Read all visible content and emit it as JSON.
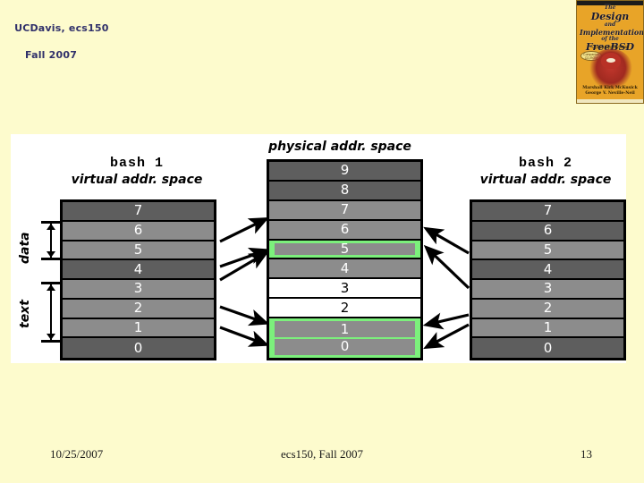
{
  "slide": {
    "header_line1": "UCDavis, ecs150",
    "header_line2": "Fall 2007",
    "header_color": "#30306a",
    "background_color": "#fdfbcd",
    "panel_color": "#ffffff"
  },
  "book_cover": {
    "title_the": "The",
    "title_design": "Design",
    "title_and": "and",
    "title_implementation": "Implementation",
    "title_ofthe": "of the",
    "title_freebsd": "FreeBSD",
    "subtitle": "Operating System",
    "badge": "Companion CD-ROM Included",
    "authors": "Marshall Kirk McKusick\nGeorge V. Neville-Neil",
    "cover_color": "#e8a428"
  },
  "diagram": {
    "colors": {
      "shade_dark": "#5e5e5e",
      "shade_light": "#8c8c8c",
      "shade_white": "#ffffff",
      "highlight_green": "#7cf07c",
      "border": "#000000"
    },
    "columns": [
      {
        "id": "bash1",
        "process_name": "bash 1",
        "space_label": "virtual addr. space",
        "rows": [
          {
            "label": "7",
            "shade": "dark",
            "highlight": false
          },
          {
            "label": "6",
            "shade": "light",
            "highlight": false
          },
          {
            "label": "5",
            "shade": "light",
            "highlight": false
          },
          {
            "label": "4",
            "shade": "dark",
            "highlight": false
          },
          {
            "label": "3",
            "shade": "light",
            "highlight": false
          },
          {
            "label": "2",
            "shade": "light",
            "highlight": false
          },
          {
            "label": "1",
            "shade": "light",
            "highlight": false
          },
          {
            "label": "0",
            "shade": "dark",
            "highlight": false
          }
        ]
      },
      {
        "id": "physical",
        "process_name": "",
        "space_label": "physical addr. space",
        "rows": [
          {
            "label": "9",
            "shade": "dark",
            "highlight": false
          },
          {
            "label": "8",
            "shade": "dark",
            "highlight": false
          },
          {
            "label": "7",
            "shade": "light",
            "highlight": false
          },
          {
            "label": "6",
            "shade": "light",
            "highlight": false
          },
          {
            "label": "5",
            "shade": "light",
            "highlight": true
          },
          {
            "label": "4",
            "shade": "light",
            "highlight": false
          },
          {
            "label": "3",
            "shade": "white",
            "highlight": false
          },
          {
            "label": "2",
            "shade": "white",
            "highlight": false
          },
          {
            "label": "1",
            "shade": "light",
            "highlight": true
          },
          {
            "label": "0",
            "shade": "light",
            "highlight": true
          }
        ]
      },
      {
        "id": "bash2",
        "process_name": "bash 2",
        "space_label": "virtual addr. space",
        "rows": [
          {
            "label": "7",
            "shade": "dark",
            "highlight": false
          },
          {
            "label": "6",
            "shade": "dark",
            "highlight": false
          },
          {
            "label": "5",
            "shade": "light",
            "highlight": false
          },
          {
            "label": "4",
            "shade": "dark",
            "highlight": false
          },
          {
            "label": "3",
            "shade": "light",
            "highlight": false
          },
          {
            "label": "2",
            "shade": "light",
            "highlight": false
          },
          {
            "label": "1",
            "shade": "light",
            "highlight": false
          },
          {
            "label": "0",
            "shade": "dark",
            "highlight": false
          }
        ]
      }
    ],
    "brackets": [
      {
        "id": "data",
        "label": "data",
        "spans_rows": "6-5"
      },
      {
        "id": "text",
        "label": "text",
        "spans_rows": "3-1"
      }
    ],
    "mappings_left": [
      {
        "from": "bash1 row 6",
        "to": "physical row 7"
      },
      {
        "from": "bash1 row 5",
        "to": "physical row 5"
      },
      {
        "from": "bash1 row 3",
        "to": "physical row 5"
      },
      {
        "from": "bash1 row 2",
        "to": "physical row 1"
      },
      {
        "from": "bash1 row 1",
        "to": "physical row 0"
      }
    ],
    "mappings_right": [
      {
        "from": "bash2 row 5",
        "to": "physical row 6"
      },
      {
        "from": "bash2 row 3",
        "to": "physical row 5"
      },
      {
        "from": "bash2 row 2",
        "to": "physical row 1"
      },
      {
        "from": "bash2 row 1",
        "to": "physical row 0"
      }
    ]
  },
  "footer": {
    "date": "10/25/2007",
    "course": "ecs150, Fall 2007",
    "page": "13"
  }
}
